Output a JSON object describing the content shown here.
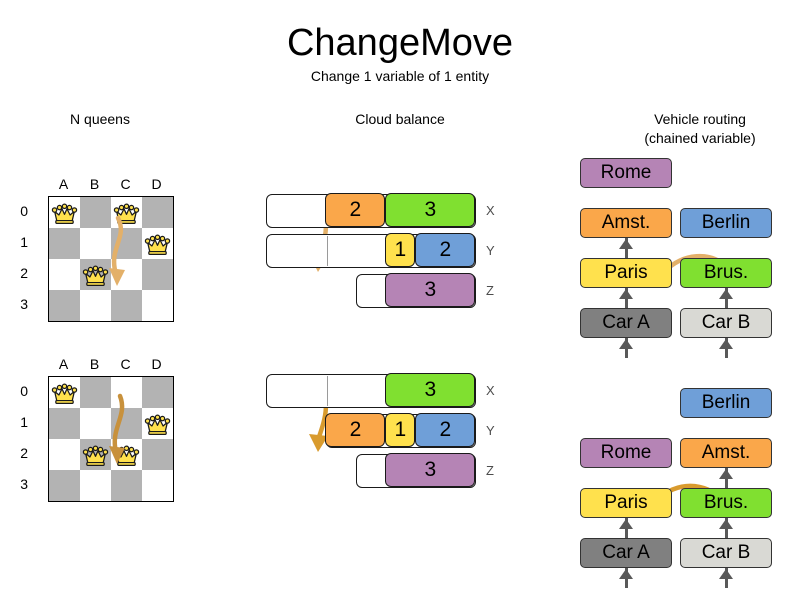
{
  "header": {
    "title": "ChangeMove",
    "subtitle": "Change 1 variable of 1 entity"
  },
  "columns": {
    "nqueens": {
      "title": "N queens"
    },
    "cloud": {
      "title": "Cloud balance"
    },
    "routing": {
      "title_line1": "Vehicle routing",
      "title_line2": "(chained variable)"
    }
  },
  "colors": {
    "orange": "#faa74a",
    "green": "#80e030",
    "yellow": "#ffe14d",
    "blue": "#6f9fd8",
    "purple": "#b584b5",
    "gray_dark": "#808080",
    "gray_light": "#d9d9d4",
    "board_dark": "#b3b3b3",
    "board_light": "#ffffff",
    "queen_gold": "#ffe14d",
    "arrow": "#e3b069",
    "edge": "#595959"
  },
  "nqueens": {
    "files": [
      "A",
      "B",
      "C",
      "D"
    ],
    "ranks": [
      "0",
      "1",
      "2",
      "3"
    ],
    "before": {
      "queens": [
        {
          "file": 0,
          "rank": 0
        },
        {
          "file": 2,
          "rank": 0
        },
        {
          "file": 3,
          "rank": 1
        },
        {
          "file": 1,
          "rank": 2
        }
      ],
      "move": {
        "from_file": 2,
        "from_rank": 0,
        "to_file": 2,
        "to_rank": 2
      }
    },
    "after": {
      "queens": [
        {
          "file": 0,
          "rank": 0
        },
        {
          "file": 3,
          "rank": 1
        },
        {
          "file": 1,
          "rank": 2
        },
        {
          "file": 2,
          "rank": 2
        }
      ],
      "move": {
        "from_file": 2,
        "from_rank": 0,
        "to_file": 2,
        "to_rank": 2
      }
    }
  },
  "cloud": {
    "before": {
      "rows": [
        {
          "label": "X",
          "segments": [
            {
              "value": "",
              "color": "#ffffff",
              "width": 60,
              "empty": true
            },
            {
              "value": "2",
              "color": "#faa74a",
              "width": 60
            },
            {
              "value": "3",
              "color": "#80e030",
              "width": 90
            }
          ]
        },
        {
          "label": "Y",
          "segments": [
            {
              "value": "",
              "color": "#ffffff",
              "width": 60,
              "empty": true
            },
            {
              "value": "",
              "color": "#ffffff",
              "width": 60,
              "empty": true
            },
            {
              "value": "1",
              "color": "#ffe14d",
              "width": 30
            },
            {
              "value": "2",
              "color": "#6f9fd8",
              "width": 60
            }
          ]
        },
        {
          "label": "Z",
          "segments": [
            {
              "value": "",
              "color": "#ffffff",
              "width": 30,
              "empty": true
            },
            {
              "value": "3",
              "color": "#b584b5",
              "width": 90
            }
          ]
        }
      ]
    },
    "after": {
      "rows": [
        {
          "label": "X",
          "segments": [
            {
              "value": "",
              "color": "#ffffff",
              "width": 60,
              "empty": true
            },
            {
              "value": "",
              "color": "#ffffff",
              "width": 60,
              "empty": true
            },
            {
              "value": "3",
              "color": "#80e030",
              "width": 90
            }
          ]
        },
        {
          "label": "Y",
          "segments": [
            {
              "value": "2",
              "color": "#faa74a",
              "width": 60
            },
            {
              "value": "1",
              "color": "#ffe14d",
              "width": 30
            },
            {
              "value": "2",
              "color": "#6f9fd8",
              "width": 60
            }
          ]
        },
        {
          "label": "Z",
          "segments": [
            {
              "value": "",
              "color": "#ffffff",
              "width": 30,
              "empty": true
            },
            {
              "value": "3",
              "color": "#b584b5",
              "width": 90
            }
          ]
        }
      ]
    }
  },
  "routing": {
    "before": {
      "chain_a": [
        "Car A",
        "Paris",
        "Amst.",
        "Rome"
      ],
      "chain_b": [
        "Car B",
        "Brus.",
        "Berlin"
      ],
      "colors_a": [
        "#808080",
        "#ffe14d",
        "#faa74a",
        "#b584b5"
      ],
      "colors_b": [
        "#d9d9d4",
        "#80e030",
        "#6f9fd8"
      ]
    },
    "after": {
      "chain_a": [
        "Car A",
        "Paris",
        "Rome"
      ],
      "chain_b": [
        "Car B",
        "Brus.",
        "Amst.",
        "Berlin"
      ],
      "colors_a": [
        "#808080",
        "#ffe14d",
        "#b584b5"
      ],
      "colors_b": [
        "#d9d9d4",
        "#80e030",
        "#faa74a",
        "#6f9fd8"
      ]
    }
  }
}
